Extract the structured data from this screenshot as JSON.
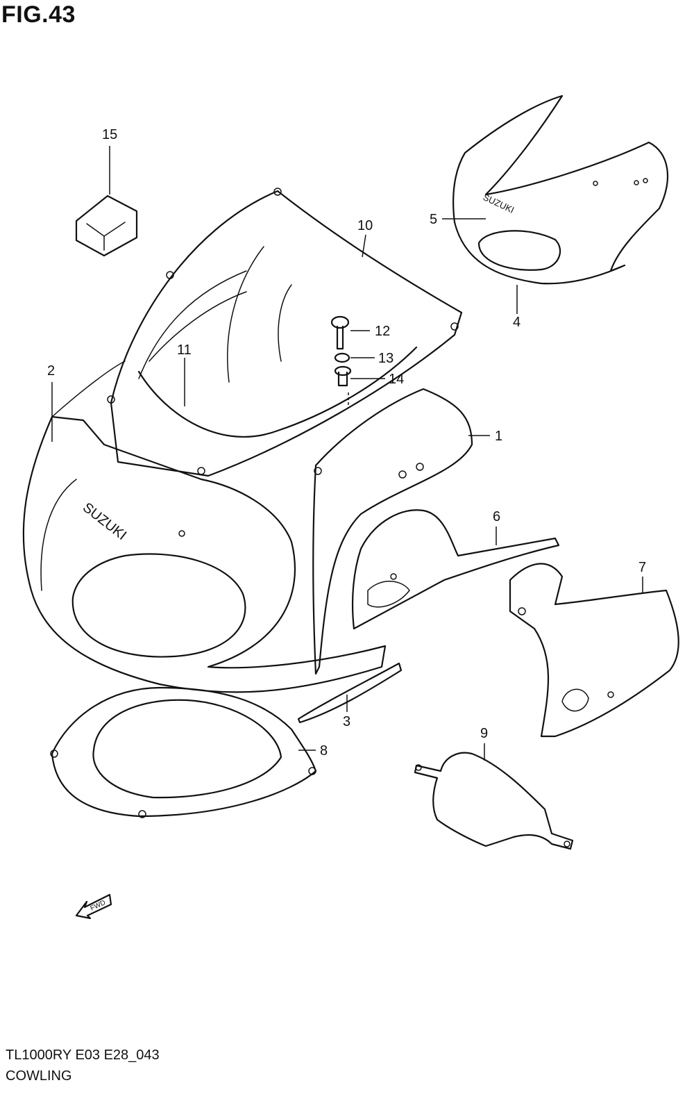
{
  "figure": {
    "title": "FIG.43",
    "model_code": "TL1000RY  E03  E28_043",
    "section_name": "COWLING",
    "fwd_label": "FWD",
    "brand_mark": "SUZUKI"
  },
  "callouts": [
    {
      "id": "1",
      "label": "1"
    },
    {
      "id": "2",
      "label": "2"
    },
    {
      "id": "3",
      "label": "3"
    },
    {
      "id": "4",
      "label": "4"
    },
    {
      "id": "5",
      "label": "5"
    },
    {
      "id": "6",
      "label": "6"
    },
    {
      "id": "7",
      "label": "7"
    },
    {
      "id": "8",
      "label": "8"
    },
    {
      "id": "9",
      "label": "9"
    },
    {
      "id": "10",
      "label": "10"
    },
    {
      "id": "11",
      "label": "11"
    },
    {
      "id": "12",
      "label": "12"
    },
    {
      "id": "13",
      "label": "13"
    },
    {
      "id": "14",
      "label": "14"
    },
    {
      "id": "15",
      "label": "15"
    }
  ]
}
